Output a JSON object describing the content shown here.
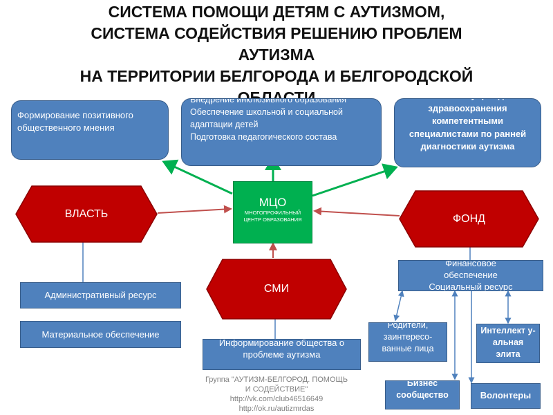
{
  "title": {
    "line1": "СИСТЕМА ПОМОЩИ ДЕТЯМ С АУТИЗМОМ,",
    "line2": "СИСТЕМА СОДЕЙСТВИЯ РЕШЕНИЮ ПРОБЛЕМ",
    "line3": "АУТИЗМА",
    "line4": "НА ТЕРРИТОРИИ БЕЛГОРОДА И БЕЛГОРОДСКОЙ",
    "line5": "ОБЛАСТИ"
  },
  "top_left_box": "Формирование позитивного общественного мнения",
  "top_center_box": {
    "line1": "Внедрение инклюзивного образования",
    "line2": "Обеспечение школьной и социальной адаптации детей",
    "line3": "Подготовка педагогического состава"
  },
  "top_right_box": "Обеспечение учреждений здравоохранения компетентными специалистами по ранней диагностики аутизма",
  "mco": {
    "title": "МЦО",
    "subtitle": "МНОГОПРОФИЛЬНЫЙ ЦЕНТР ОБРАЗОВАНИЯ"
  },
  "vlast": "ВЛАСТЬ",
  "fond": "ФОНД",
  "smi": "СМИ",
  "admin_resource": "Административный ресурс",
  "material_support": "Материальное обеспечение",
  "informing": "Информирование общества о проблеме аутизма",
  "financial": {
    "line1": "Финансовое обеспечение",
    "line2": "Социальный ресурс"
  },
  "parents": "Родители, заинтересо-ванные лица",
  "intellect": "Интеллект у-альная элита",
  "business": "Бизнес сообщество",
  "volunteers": "Волонтеры",
  "footer": {
    "line1": "Группа \"АУТИЗМ-БЕЛГОРОД. ПОМОЩЬ И СОДЕЙСТВИЕ\"",
    "line2": "http://vk.com/club46516649",
    "line3": "http://ok.ru/autizmrdas"
  },
  "colors": {
    "blue_box": "#4f81bd",
    "red_hex": "#c00000",
    "green_box": "#00b050",
    "green_arrow": "#00b050",
    "red_arrow": "#c0504d",
    "blue_line": "#4f81bd"
  }
}
